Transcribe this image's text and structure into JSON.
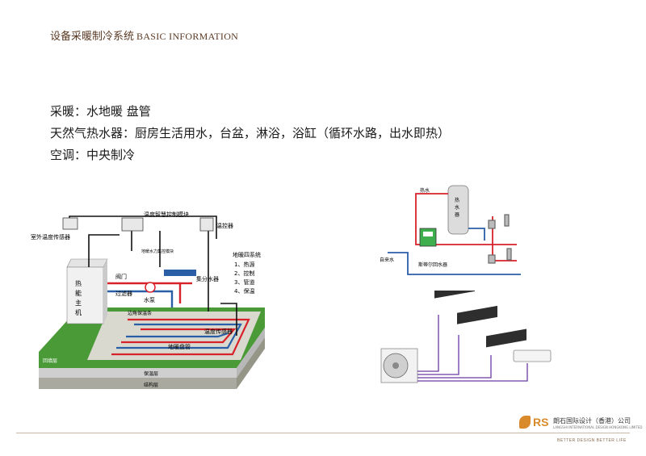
{
  "header": {
    "title_cn": "设备采暖制冷系统",
    "title_en": "BASIC INFORMATION"
  },
  "bullets": [
    "采暖：水地暖  盘管",
    "天然气热水器：厨房生活用水，台盆，淋浴，浴缸（循环水路，出水即热）",
    "空调：中央制冷"
  ],
  "floor_heating": {
    "labels": {
      "module": "温度智慧控制模块",
      "outdoor_sensor": "室外温度传感器",
      "thermostat": "温控器",
      "mixing_module": "地暖水力集控模块",
      "valve": "阀门",
      "filter": "过滤器",
      "pump": "水泵",
      "manifold": "集分水器",
      "boiler": "热能主机",
      "edge_insulation": "边角保温条",
      "floor_sensor": "温度传感器",
      "backfill": "回填层",
      "floor_pipe": "地暖盘管",
      "insulation": "保温层",
      "structure": "结构层"
    },
    "system_title": "地暖四系统",
    "system_items": [
      "1、热源",
      "2、控制",
      "3、管道",
      "4、保温"
    ]
  },
  "water_heater": {
    "hot_water": "热水",
    "tank": "热水器",
    "tap_water": "自来水",
    "return_device": "斯蒂尔回水器"
  },
  "footer": {
    "logo_mark": "RS",
    "company_cn": "朗石国际设计（香港）公司",
    "company_en": "LANGSHI INTERNATIONAL DESIGN HONGKONG LIMITED",
    "tagline": "BETTER DESIGN BETTER LIFE"
  },
  "colors": {
    "accent": "#d98a2b",
    "header_text": "#5a3a24",
    "hot_pipe": "#d8222a",
    "cold_pipe": "#2a5fa8",
    "backfill": "#3d8c2e"
  }
}
